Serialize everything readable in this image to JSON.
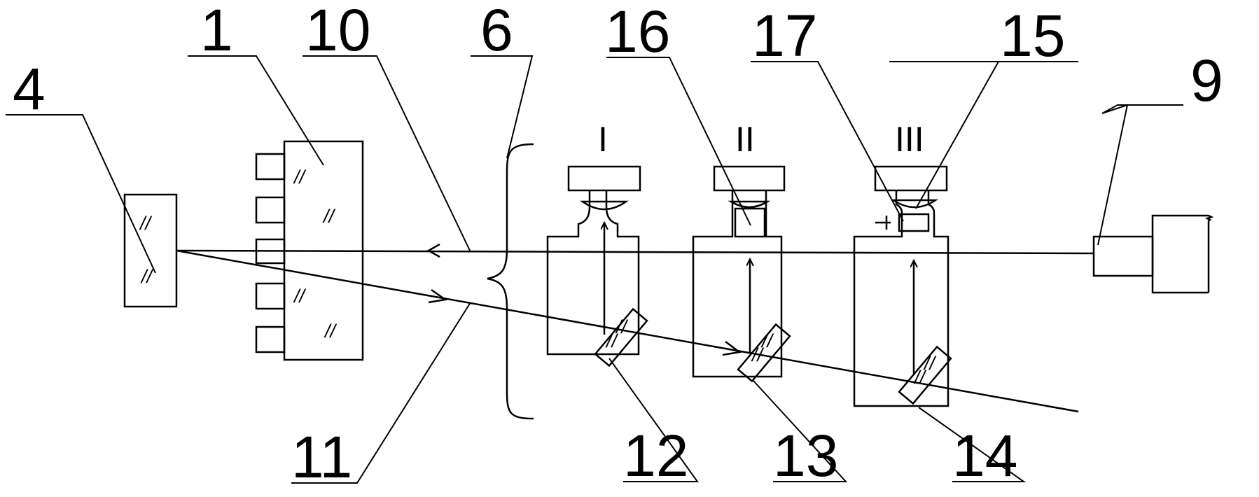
{
  "diagram": {
    "colors": {
      "ink": "#000000",
      "paper": "#ffffff"
    },
    "part_labels": {
      "p1": "1",
      "p4": "4",
      "p6": "6",
      "p9": "9",
      "p10": "10",
      "p11": "11",
      "p12": "12",
      "p13": "13",
      "p14": "14",
      "p15": "15",
      "p16": "16",
      "p17": "17"
    },
    "stage_labels": {
      "s1": "I",
      "s2": "II",
      "s3": "III"
    },
    "glass_hatch_glyph": "//"
  }
}
